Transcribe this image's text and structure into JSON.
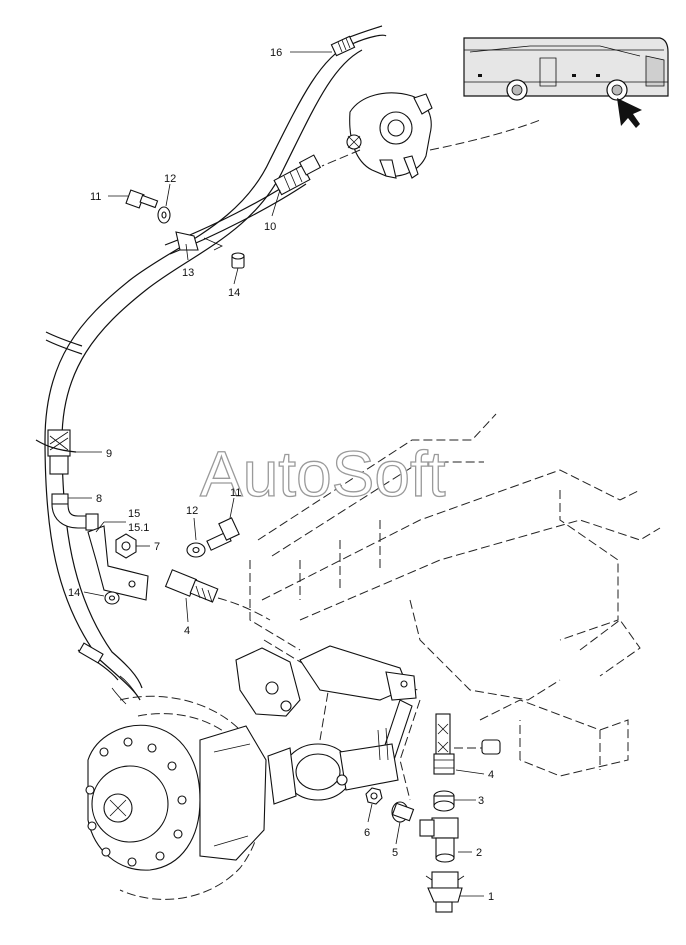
{
  "watermark": "AutoSoft",
  "callouts": {
    "c16": "16",
    "c12a": "12",
    "c11a": "11",
    "c10": "10",
    "c13": "13",
    "c14a": "14",
    "c9": "9",
    "c8": "8",
    "c15": "15",
    "c151": "15.1",
    "c7": "7",
    "c12b": "12",
    "c11b": "11",
    "c14b": "14",
    "c4a": "4",
    "c4b": "4",
    "c3": "3",
    "c6": "6",
    "c5": "5",
    "c2": "2",
    "c1": "1"
  },
  "icons": {
    "inset": "bus-side-view-icon",
    "pointer": "arrow-pointer-icon"
  },
  "colors": {
    "line": "#111111",
    "watermark_outline": "#9a9a9a",
    "inset_fill": "#d9d9d9"
  }
}
